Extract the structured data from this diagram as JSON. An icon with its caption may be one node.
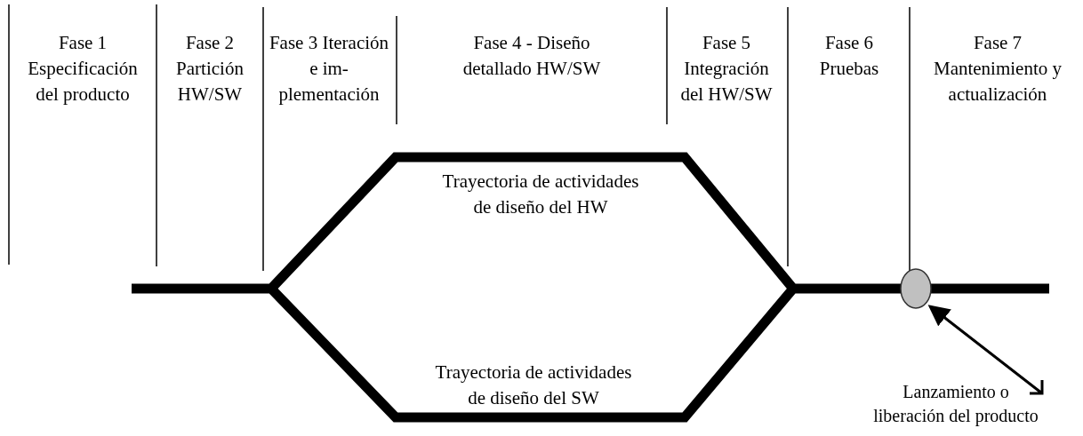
{
  "diagram": {
    "nodes": [
      {
        "text": [
          "Lanzamiento o liberación del producto"
        ]
      },
      {
        "text": [],
        "shape": "circle"
      }
    ],
    "edges": [
      {
        "from": 0,
        "to": 1,
        "arrow": "to"
      }
    ],
    "labels": [
      "Fase 1 Especificación del producto",
      "Fase 2 Partición HW/SW",
      "Fase 3 Iteración e im-plementación",
      "Fase 4 - Diseño detallado HW/SW",
      "Fase 5 Integración del HW/SW",
      "Fase 6 Pruebas",
      "Fase 7 Mantenimiento y actualización",
      "Trayectoria de actividades de diseño del HW",
      "Trayectoria de actividades de diseño del SW"
    ]
  }
}
